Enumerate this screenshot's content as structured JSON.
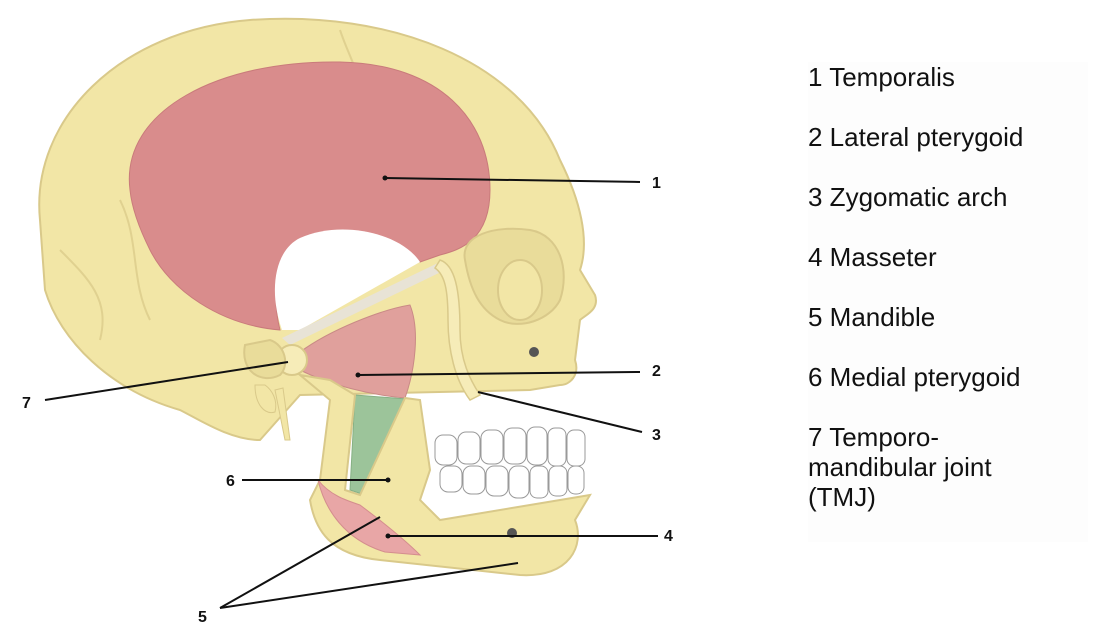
{
  "callouts": [
    {
      "number": "1"
    },
    {
      "number": "2"
    },
    {
      "number": "3"
    },
    {
      "number": "4"
    },
    {
      "number": "5"
    },
    {
      "number": "6"
    },
    {
      "number": "7"
    }
  ],
  "legend": {
    "items": [
      {
        "text": "1 Temporalis"
      },
      {
        "text": "2 Lateral pterygoid"
      },
      {
        "text": "3 Zygomatic arch"
      },
      {
        "text": "4 Masseter"
      },
      {
        "text": "5 Mandible"
      },
      {
        "text": "6 Medial pterygoid"
      },
      {
        "text": "7 Temporo-\nmandibular joint\n(TMJ)"
      }
    ]
  },
  "colors": {
    "bone": "#f2e6a6",
    "bone_outline": "#d9c98a",
    "temporalis": "#d98c8c",
    "lateral_pterygoid": "#e0a09c",
    "medial_pterygoid": "#9cc49a",
    "masseter": "#e8a6a6",
    "teeth": "#ffffff"
  }
}
